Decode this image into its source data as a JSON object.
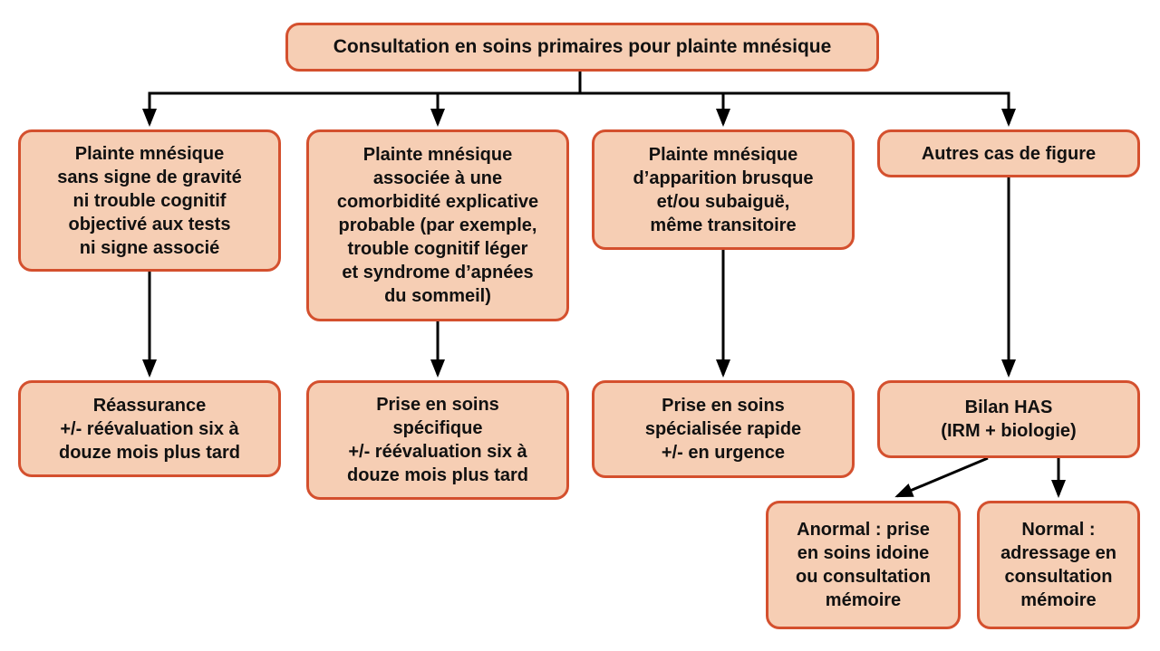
{
  "diagram": {
    "type": "flowchart",
    "language": "fr",
    "background": "#ffffff",
    "box_fill": "#f6ceb4",
    "box_border": "#d4502e",
    "text_color": "#111111",
    "arrow_color": "#000000"
  },
  "nodes": {
    "root": {
      "label": "Consultation en soins primaires pour plainte mnésique"
    },
    "no_warning_signs": {
      "label": "Plainte mnésique\nsans signe de gravité\nni trouble cognitif\nobjectivé aux tests\nni signe associé"
    },
    "comorbidity": {
      "label": "Plainte mnésique\nassociée à une\ncomorbidité explicative\nprobable (par exemple,\ntrouble cognitif léger\net syndrome d’apnées\ndu sommeil)"
    },
    "sudden_onset": {
      "label": "Plainte mnésique\nd’apparition brusque\net/ou subaiguë,\nmême transitoire"
    },
    "other_cases": {
      "label": "Autres cas de figure"
    },
    "reassurance": {
      "label": "Réassurance\n+/- réévaluation six à\ndouze mois plus tard"
    },
    "specific_care": {
      "label": "Prise en soins\nspécifique\n+/- réévaluation six à\ndouze mois plus tard"
    },
    "rapid_specialized_care": {
      "label": "Prise en soins\nspécialisée rapide\n+/- en urgence"
    },
    "has_workup": {
      "label": "Bilan HAS\n(IRM + biologie)"
    },
    "abnormal": {
      "label": "Anormal : prise\nen soins idoine\nou consultation\nmémoire"
    },
    "normal": {
      "label": "Normal :\nadressage en\nconsultation\nmémoire"
    }
  },
  "edges": [
    {
      "from": "root",
      "to": "no_warning_signs"
    },
    {
      "from": "root",
      "to": "comorbidity"
    },
    {
      "from": "root",
      "to": "sudden_onset"
    },
    {
      "from": "root",
      "to": "other_cases"
    },
    {
      "from": "no_warning_signs",
      "to": "reassurance"
    },
    {
      "from": "comorbidity",
      "to": "specific_care"
    },
    {
      "from": "sudden_onset",
      "to": "rapid_specialized_care"
    },
    {
      "from": "other_cases",
      "to": "has_workup"
    },
    {
      "from": "has_workup",
      "to": "abnormal"
    },
    {
      "from": "has_workup",
      "to": "normal"
    }
  ]
}
